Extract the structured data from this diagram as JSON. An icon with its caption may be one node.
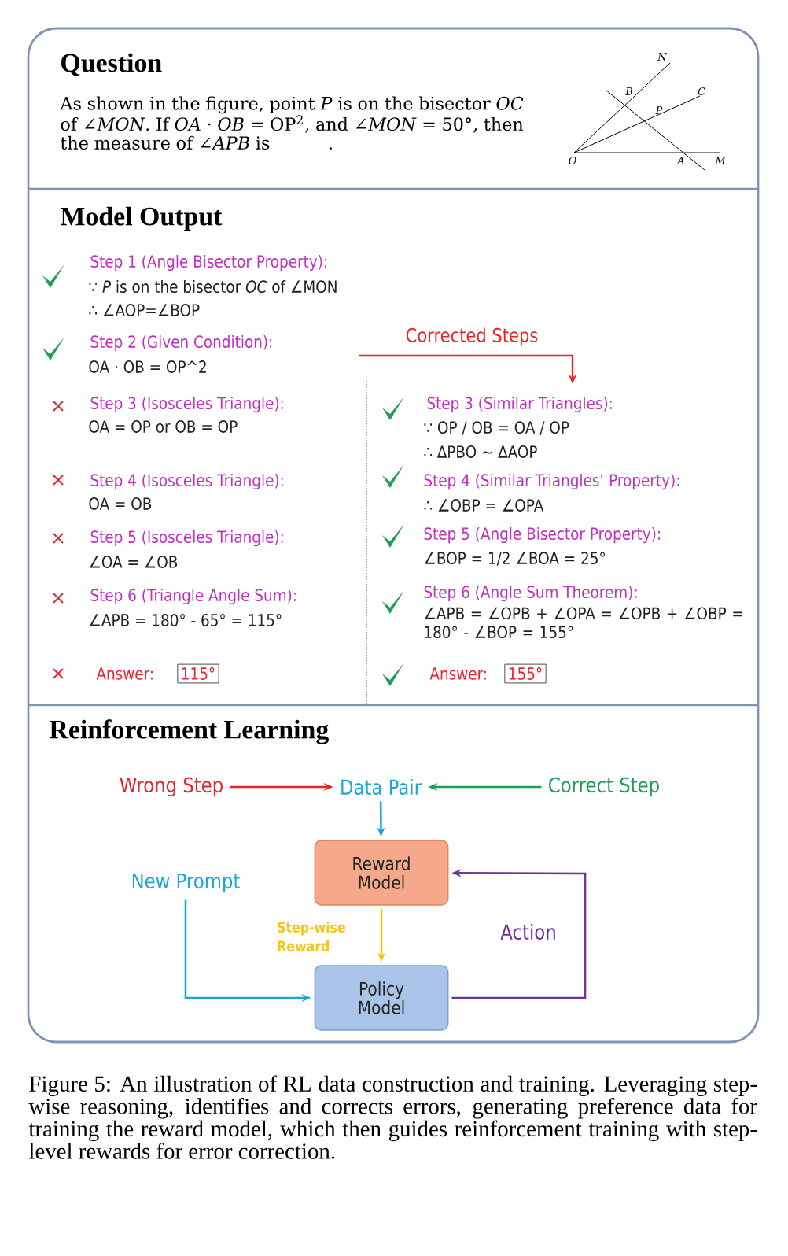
{
  "diagram": {
    "caption": "Figure 5: An illustration of RL data construction and training. Leveraging step-wise reasoning, identifies and corrects errors, generating preference data for training the reward model, which then guides reinforcement training with step-level rewards for error correction.",
    "nodes": [
      {
        "text": [
          "Wrong Step"
        ]
      },
      {
        "text": [
          "Data Pair"
        ]
      },
      {
        "text": [
          "Correct Step"
        ]
      },
      {
        "text": [
          "Reward Model"
        ]
      },
      {
        "text": [
          "New Prompt"
        ]
      },
      {
        "text": [
          "Policy Model"
        ]
      }
    ],
    "edges": [
      {
        "from": 0,
        "to": 1,
        "arrow": "to",
        "color": "#e8242a"
      },
      {
        "from": 2,
        "to": 1,
        "arrow": "to",
        "color": "#1f9e55"
      },
      {
        "from": 1,
        "to": 3,
        "arrow": "to",
        "color": "#1aa6d8"
      },
      {
        "from": 3,
        "to": 5,
        "arrow": "to",
        "color": "#f5c518",
        "label": "Step-wise Reward"
      },
      {
        "from": 4,
        "to": 5,
        "arrow": "to",
        "color": "#1aa6d8"
      },
      {
        "from": 5,
        "to": 3,
        "arrow": "to",
        "color": "#7030a0",
        "label": "Action"
      }
    ],
    "labels": [
      "Question",
      "As shown in the figure, point *P* is on the bisector *OC* of ∠*MON*. If *OA* · *OB* = OP$^{2}$, and ∠*MON* = 50°, then the measure of ∠*APB* is ______.",
      "N",
      "B",
      "P",
      "C",
      "O",
      "A",
      "M",
      "Model Output",
      "Step 1 (Angle Bisector Property):",
      "∵ *P* is on the bisector *OC* of ∠MON",
      "∴ ∠AOP=∠BOP",
      "Step 2 (Given Condition):",
      "OA · OB = OP^2",
      "Corrected Steps",
      "Step 3 (Isosceles Triangle):",
      "OA = OP or OB = OP",
      "Step 4 (Isosceles Triangle):",
      "OA = OB",
      "Step 5 (Isosceles Triangle):",
      "∠OA = ∠OB",
      "Step 6 (Triangle Angle Sum):",
      "∠APB = 180° - 65° = 115°",
      "Answer:",
      "115°",
      "Step 3 (Similar Triangles):",
      "∵ OP / OB = OA / OP",
      "∴ ∆PBO ∼ ∆AOP",
      "Step 4 (Similar Triangles' Property):",
      "∴ ∠OBP = ∠OPA",
      "Step 5 (Angle Bisector Property):",
      "∠BOP = 1/2 ∠BOA = 25°",
      "Step 6 (Angle Sum Theorem):",
      "∠APB = ∠OPB + ∠OPA = ∠OPB + ∠OBP = 180° - ∠BOP = 155°",
      "Answer:",
      "155°",
      "Reinforcement Learning"
    ]
  }
}
